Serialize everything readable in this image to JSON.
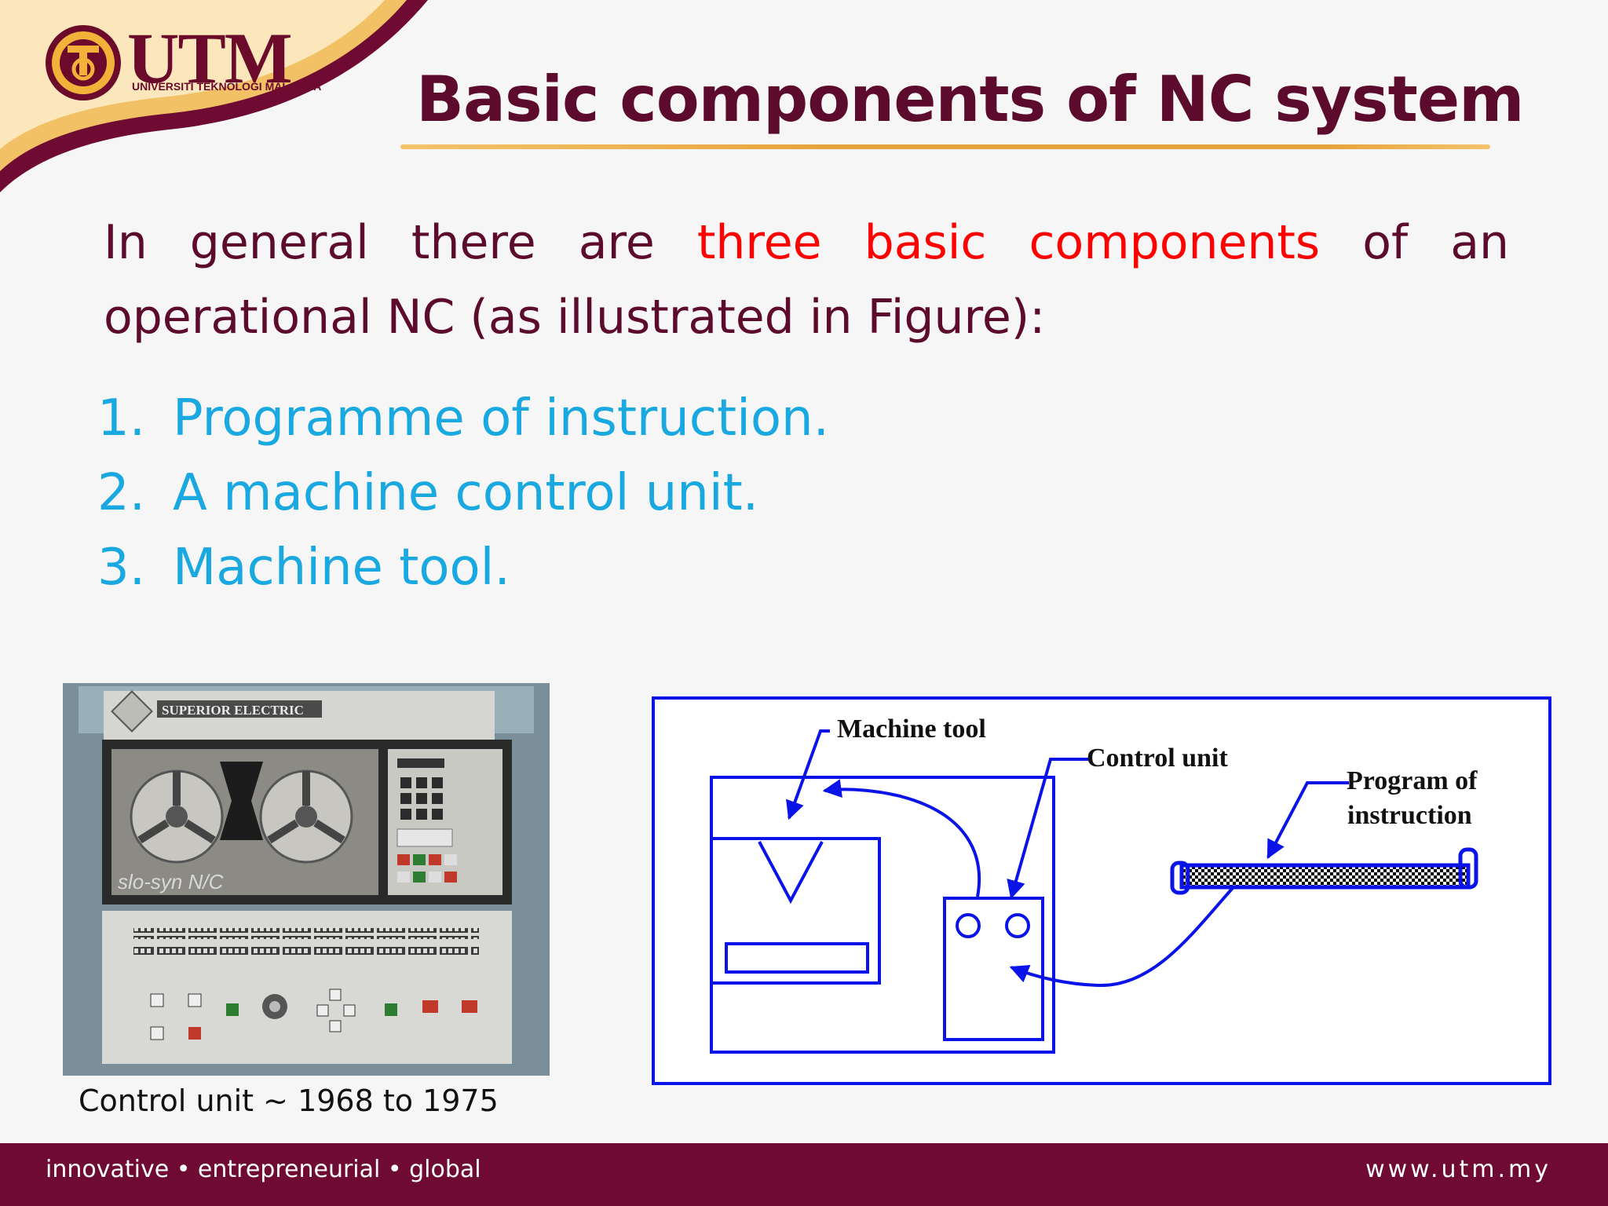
{
  "branding": {
    "logo_text": "UTM",
    "logo_subtext": "UNIVERSITI TEKNOLOGI MALAYSIA",
    "colors": {
      "maroon": "#6f0a33",
      "gold": "#e8a33a"
    }
  },
  "slide": {
    "title": "Basic components of NC system",
    "intro_before": "In general there are ",
    "intro_highlight": "three basic components",
    "intro_after": " of an operational NC (as illustrated in Figure):",
    "list": [
      {
        "num": "1.",
        "text": "Programme of instruction."
      },
      {
        "num": "2.",
        "text": "A machine control unit."
      },
      {
        "num": "3.",
        "text": "Machine tool."
      }
    ],
    "colors": {
      "title": "#5c0b2c",
      "highlight": "#ff0000",
      "list": "#19a8e0"
    }
  },
  "photo": {
    "brand_text": "SUPERIOR ELECTRIC",
    "model_text": "slo-syn N/C",
    "caption": "Control unit ~ 1968 to 1975"
  },
  "diagram": {
    "labels": {
      "machine_tool": "Machine tool",
      "control_unit": "Control unit",
      "program_line1": "Program of",
      "program_line2": "instruction"
    },
    "color": "#0a14e8"
  },
  "footer": {
    "tagline": "innovative • entrepreneurial • global",
    "url": "www.utm.my"
  }
}
